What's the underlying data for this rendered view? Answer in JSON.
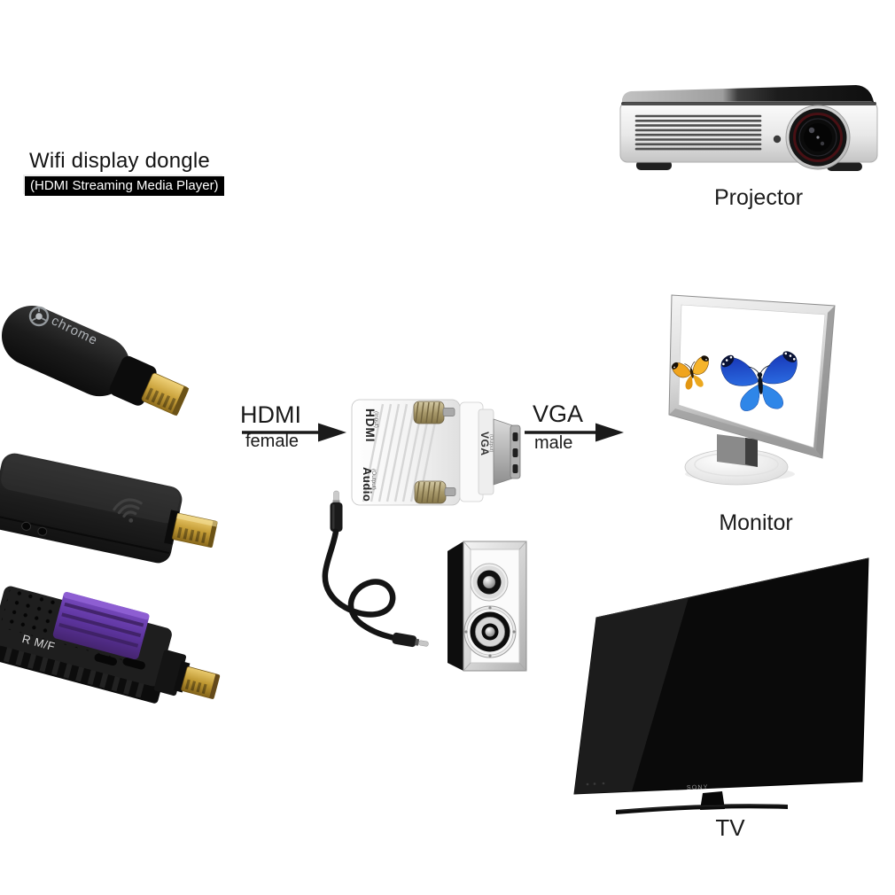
{
  "header": {
    "title": "Wifi display dongle",
    "subtitle": "(HDMI Streaming Media Player)"
  },
  "flow_labels": {
    "hdmi": "HDMI",
    "hdmi_gender": "female",
    "vga": "VGA",
    "vga_gender": "male"
  },
  "adapter_markings": {
    "hdmi": "HDMI",
    "hdmi_note": "(Input)",
    "audio": "Audio",
    "audio_note": "(Output)",
    "vga": "VGA",
    "vga_note": "(Output)"
  },
  "source_devices": {
    "chromecast_brand": "chrome",
    "rf_dongle_marking": "R M/F"
  },
  "output_devices": {
    "projector": "Projector",
    "monitor": "Monitor",
    "tv": "TV",
    "tv_brand": "SONY"
  },
  "colors": {
    "background": "#ffffff",
    "text": "#1a1a1a",
    "subtitle_bg": "#000000",
    "subtitle_text": "#ffffff",
    "arrow": "#1a1a1a",
    "hdmi_connector_gold": "#c9a13a",
    "rf_dongle_purple": "#5e35a0",
    "butterfly_blue": "#2257d8",
    "butterfly_orange": "#f0a41e",
    "adapter_body": "#f2f2f2"
  }
}
